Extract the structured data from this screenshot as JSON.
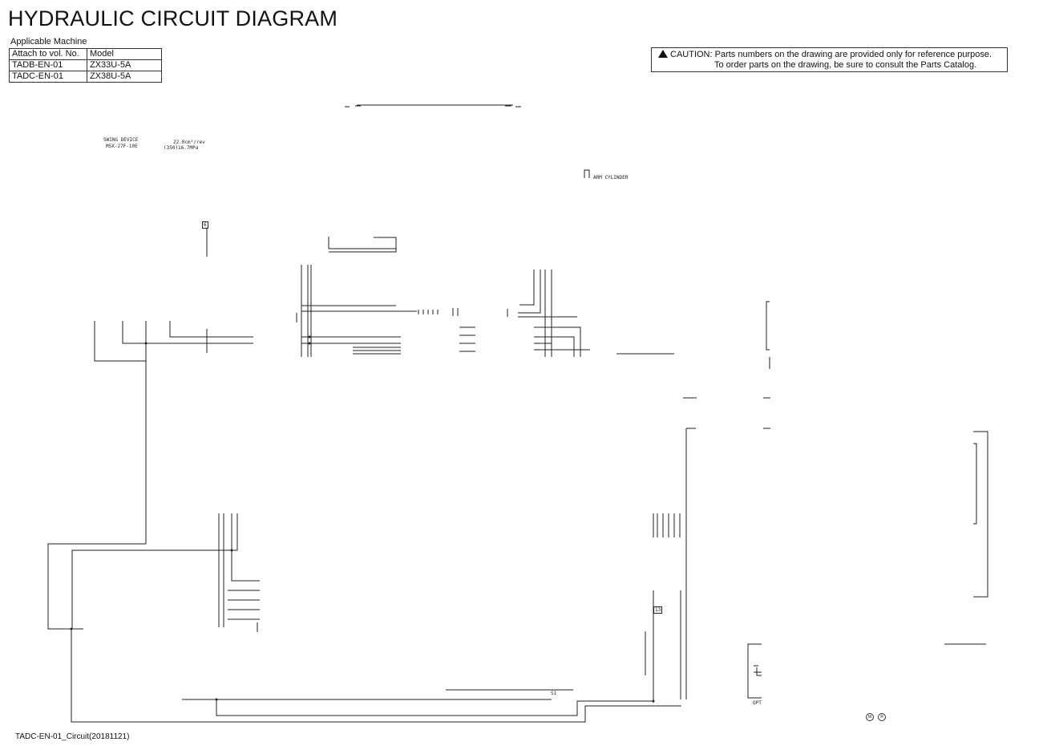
{
  "title": "HYDRAULIC CIRCUIT DIAGRAM",
  "applicable_machine": {
    "heading": "Applicable Machine",
    "columns": [
      "Attach to vol. No.",
      "Model"
    ],
    "rows": [
      [
        "TADB-EN-01",
        "ZX33U-5A"
      ],
      [
        "TADC-EN-01",
        "ZX38U-5A"
      ]
    ]
  },
  "caution": {
    "label": "CAUTION:",
    "line1": "Parts numbers on the drawing are provided only for reference purpose.",
    "line2": "To order parts on the drawing, be sure to consult the Parts Catalog."
  },
  "labels": {
    "swing_device": "SWING DEVICE",
    "swing_model": "M5X-27F-10E",
    "displacement": "22.0cm³/rev",
    "pressure": "(350)16.7MPa",
    "arm_cylinder": "ARM CYLINDER",
    "tag_6": "6",
    "tag_13": "13",
    "tag_s1": "S1",
    "opt": "OPT",
    "mark_1": "M",
    "mark_2": "R"
  },
  "footer": "TADC-EN-01_Circuit(20181121)"
}
